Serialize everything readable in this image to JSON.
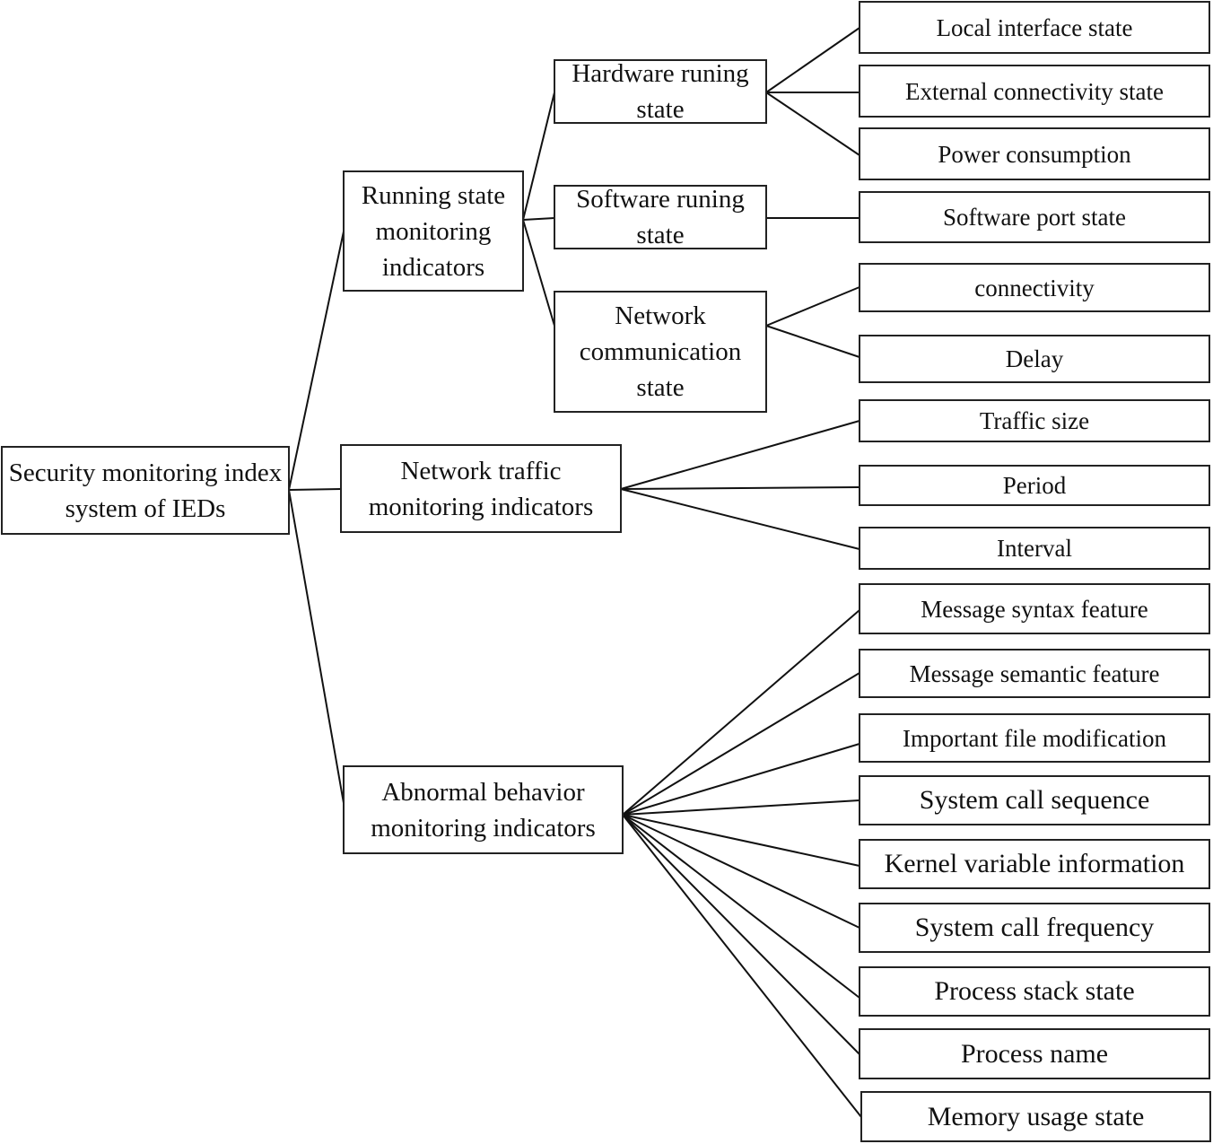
{
  "root": {
    "label": "Security monitoring index system of IEDs"
  },
  "branches": {
    "running": {
      "label": "Running state monitoring indicators"
    },
    "traffic": {
      "label": "Network traffic monitoring indicators"
    },
    "abnormal": {
      "label": "Abnormal behavior monitoring indicators"
    }
  },
  "sub": {
    "hardware": {
      "label": "Hardware runing state"
    },
    "software": {
      "label": "Software runing state"
    },
    "network": {
      "label": "Network communication state"
    }
  },
  "leaves": {
    "local_interface": "Local interface state",
    "external_connectivity": "External connectivity state",
    "power": "Power consumption",
    "software_port": "Software port state",
    "connectivity": "connectivity",
    "delay": "Delay",
    "traffic_size": "Traffic size",
    "period": "Period",
    "interval": "Interval",
    "msg_syntax": "Message syntax feature",
    "msg_semantic": "Message semantic feature",
    "file_mod": "Important file modification",
    "syscall_seq": "System call sequence",
    "kernel_var": "Kernel variable information",
    "syscall_freq": "System call frequency",
    "proc_stack": "Process stack state",
    "proc_name": "Process name",
    "memory": "Memory usage state"
  }
}
